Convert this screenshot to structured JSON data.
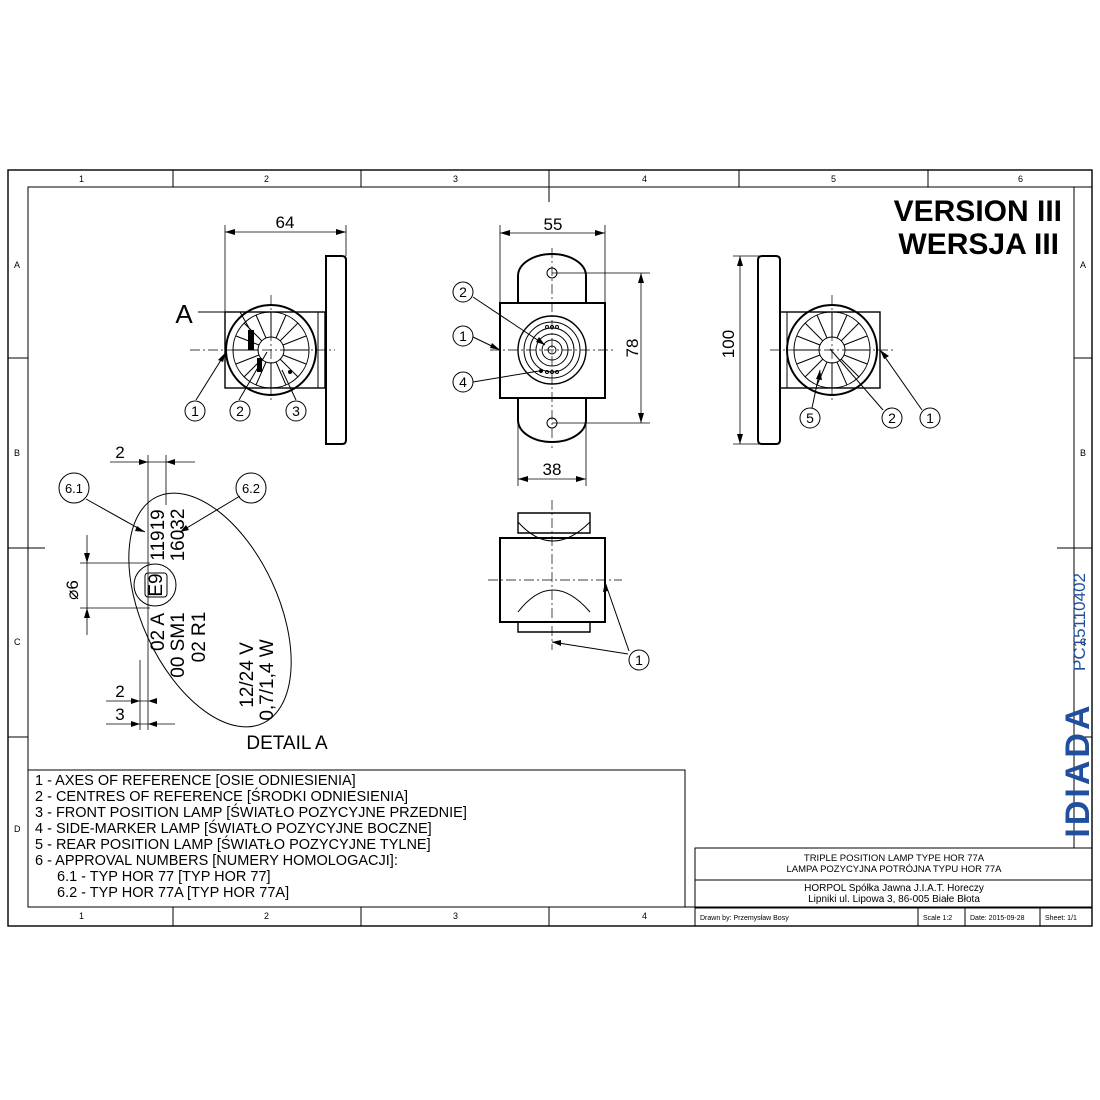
{
  "frame": {
    "columns": [
      "1",
      "2",
      "3",
      "4",
      "5",
      "6"
    ],
    "rows": [
      "A",
      "B",
      "C",
      "D"
    ]
  },
  "version": {
    "line1": "VERSION III",
    "line2": "WERSJA III"
  },
  "dimensions": {
    "side_left_width": "64",
    "front_width": "55",
    "front_height": "78",
    "front_bottom_width": "38",
    "side_right_height": "100",
    "detail_2_top": "2",
    "detail_dia": "⌀6",
    "detail_2_bottom": "2",
    "detail_3_bottom": "3"
  },
  "callouts": {
    "detail_ref": "A",
    "c1": "1",
    "c2": "2",
    "c3": "3",
    "c4": "4",
    "c5": "5",
    "c61": "6.1",
    "c62": "6.2"
  },
  "detail_a": {
    "title": "DETAIL A",
    "approval_1": "11919",
    "approval_2": "16032",
    "e_mark": "E9",
    "line_02a": "02 A",
    "line_sm1": "00 SM1",
    "line_r1": "02 R1",
    "voltage": "12/24 V",
    "wattage": "0,7/1,4 W"
  },
  "notes": [
    "1 - AXES OF REFERENCE [OSIE ODNIESIENIA]",
    "2 - CENTRES OF REFERENCE [ŚRODKI ODNIESIENIA]",
    "3 - FRONT POSITION LAMP [ŚWIATŁO POZYCYJNE PRZEDNIE]",
    "4 - SIDE-MARKER LAMP [ŚWIATŁO POZYCYJNE BOCZNE]",
    "5 - REAR POSITION LAMP [ŚWIATŁO POZYCYJNE TYLNE]",
    "6 - APPROVAL NUMBERS [NUMERY HOMOLOGACJI]:",
    "6.1 - TYP HOR 77 [TYP HOR 77]",
    "6.2 - TYP HOR 77A [TYP HOR 77A]"
  ],
  "title_block": {
    "title_en": "TRIPLE POSITION LAMP TYPE HOR 77A",
    "title_pl": "LAMPA POZYCYJNA POTRÓJNA TYPU HOR 77A",
    "company": "HORPOL Spółka Jawna   J.I.A.T. Horeczy",
    "address": "Lipniki ul. Lipowa 3, 86-005 Białe Błota",
    "drawn_by": "Drawn by:  Przemysław Bosy",
    "scale": "Scale  1:2",
    "date": "Date: 2015-09-28",
    "sheet": "Sheet: 1/1"
  },
  "side_text": {
    "code": "PC15110402",
    "brand": "IDIADA"
  }
}
